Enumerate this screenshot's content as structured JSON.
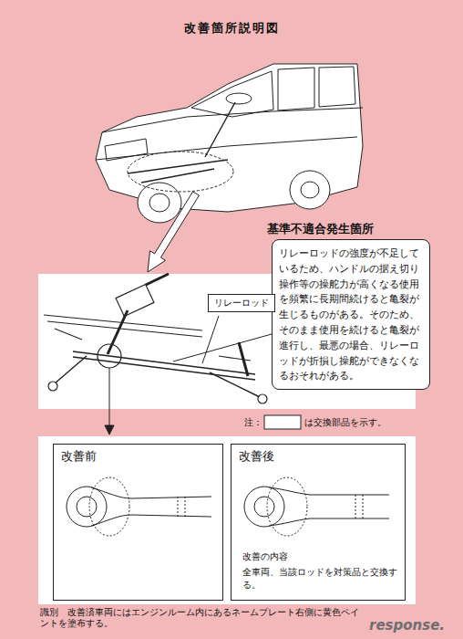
{
  "diagram": {
    "title": "改善箇所説明図",
    "nodes": [
      {
        "text": [
          "基準不適合発生箇所",
          "リレーロッドの強度が不足しているため、ハンドルの据え切り操作等の操舵力が高くなる使用を頻繁に長期間続けると亀裂が生じるものがある。そのため、そのまま使用を続けると亀裂が進行し、最悪の場合、リレーロッドが折損し操舵ができなくなるおそれがある。"
        ]
      },
      {
        "text": [
          "リレーロッド"
        ]
      },
      {
        "text": [
          "改善前"
        ]
      },
      {
        "text": [
          "改善後",
          "改善の内容",
          "全車両、当該ロッドを対策品と交換する。"
        ]
      }
    ],
    "labels": [
      "注：",
      "は交換部品を示す。",
      "識別　改善済車両にはエンジンルーム内にあるネームプレート右側に黄色ペイントを塗布する。",
      "response."
    ]
  }
}
